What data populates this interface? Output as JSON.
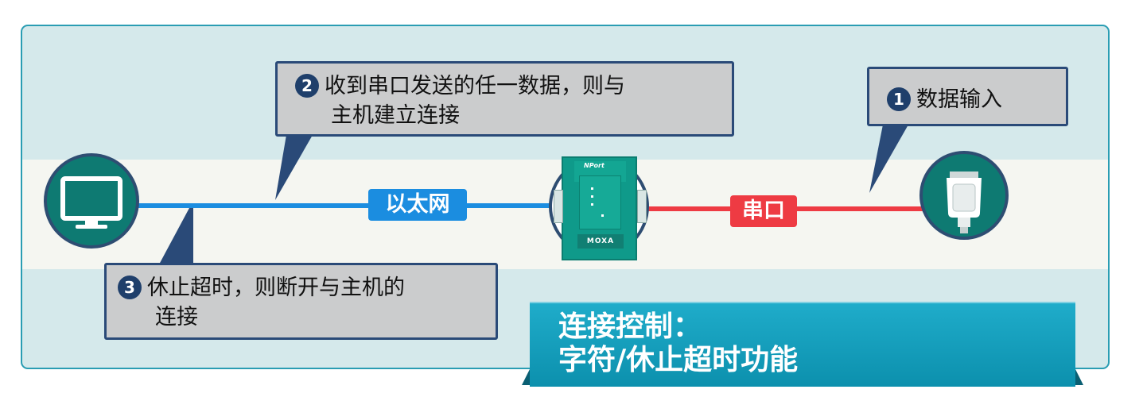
{
  "callouts": {
    "step1": {
      "badge": "1",
      "line1": "数据输入"
    },
    "step2": {
      "badge": "2",
      "line1": "收到串口发送的任一数据，则与",
      "line2": "主机建立连接"
    },
    "step3": {
      "badge": "3",
      "line1": "休止超时，则断开与主机的",
      "line2": "连接"
    }
  },
  "links": {
    "ethernet_label": "以太网",
    "serial_label": "串口"
  },
  "device": {
    "brand": "NPort",
    "logo": "MOXA"
  },
  "title": {
    "line1": "连接控制：",
    "line2": "字符/休止超时功能"
  },
  "colors": {
    "ethernet_line": "#1b8de0",
    "serial_line": "#ee3b43",
    "callout_border": "#2a4a78",
    "device_teal": "#0f9a8a",
    "title_bg": "#139fbd"
  },
  "icons": {
    "host": "monitor-icon",
    "serial": "db9-serial-port-icon",
    "gateway": "nport-device-server-icon"
  }
}
